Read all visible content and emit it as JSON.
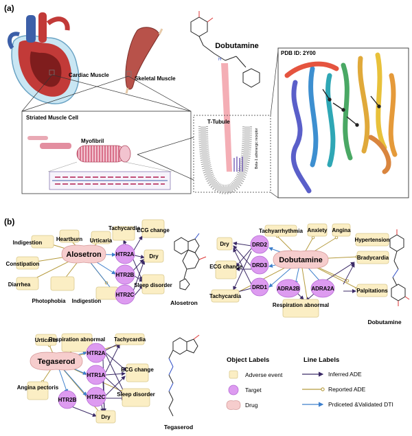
{
  "panel_a": {
    "label": "(a)",
    "cardiac_muscle": "Cardiac Muscle",
    "skeletal_muscle": "Skeletal  Muscle",
    "striated_cell": "Striated  Muscle Cell",
    "myofibril": "Myofibril",
    "t_tubule": "T-Tubule",
    "receptor": "Beta-1 adrenergic receptor",
    "drug_name": "Dobutamine",
    "pdb": "PDB ID: 2Y00"
  },
  "panel_b": {
    "label": "(b)",
    "alosetron": {
      "drug": "Alosetron",
      "caption": "Alosetron",
      "adverse": [
        "Indigestion",
        "Heartburn",
        "Urticaria",
        "Constipation",
        "Diarrhea",
        "Photophobia",
        "Indigestion",
        "Tachycardia",
        "ECG change",
        "Dry",
        "Sleep disorder"
      ],
      "targets": [
        "HTR2A",
        "HTR2B",
        "HTR2C"
      ]
    },
    "dobutamine": {
      "drug": "Dobutamine",
      "caption": "Dobutamine",
      "adverse": [
        "Tachyarrhythmia",
        "Anxiety",
        "Angina",
        "Hypertension",
        "Dry",
        "ECG change",
        "Tachycardia",
        "Bradycardia",
        "Palpitations",
        "Respiration abnormal"
      ],
      "targets": [
        "DRD2",
        "DRD3",
        "DRD1",
        "ADRA2B",
        "ADRA2A"
      ]
    },
    "tegaserod": {
      "drug": "Tegaserod",
      "caption": "Tegaserod",
      "adverse": [
        "Urticaria",
        "Respiration abnormal",
        "Tachycardia",
        "ECG change",
        "Sleep disorder",
        "Angina pectoris",
        "Dry"
      ],
      "targets": [
        "HTR2A",
        "HTR1A",
        "HTR2C",
        "HTR2B"
      ]
    }
  },
  "legend": {
    "object_title": "Object Labels",
    "line_title": "Line Labels",
    "objects": [
      "Adverse event",
      "Target",
      "Drug"
    ],
    "lines": [
      "Inferred ADE",
      "Reported ADE",
      "Prdiceted &Validated DTI"
    ]
  },
  "colors": {
    "adverse_fill": "#fbeec4",
    "target_fill": "#dd9bf0",
    "drug_fill": "#f6cdcd",
    "inferred": "#3b2a66",
    "reported": "#b59a3c",
    "dti": "#3d7fcc"
  }
}
